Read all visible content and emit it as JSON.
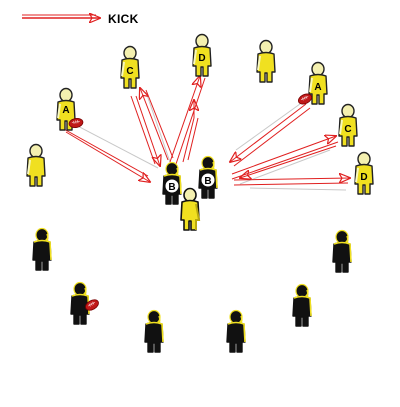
{
  "legend": {
    "label": "KICK",
    "arrow_color": "#e02020"
  },
  "colors": {
    "yellow": "#f0e020",
    "yellow_shade": "#b8a810",
    "pale_yellow": "#f4f090",
    "skin": "#f4f0b0",
    "black": "#111111",
    "ball": "#c01818",
    "kick_arrow": "#e02020"
  },
  "players": {
    "attack": [
      {
        "id": "A-left",
        "label": "A"
      },
      {
        "id": "C-left",
        "label": "C"
      },
      {
        "id": "D-left",
        "label": "D"
      },
      {
        "id": "A-right",
        "label": "A"
      },
      {
        "id": "C-right",
        "label": "C"
      },
      {
        "id": "D-right",
        "label": "D"
      }
    ],
    "centre": [
      {
        "id": "B-left",
        "label": "B"
      },
      {
        "id": "B-right",
        "label": "B"
      }
    ]
  }
}
